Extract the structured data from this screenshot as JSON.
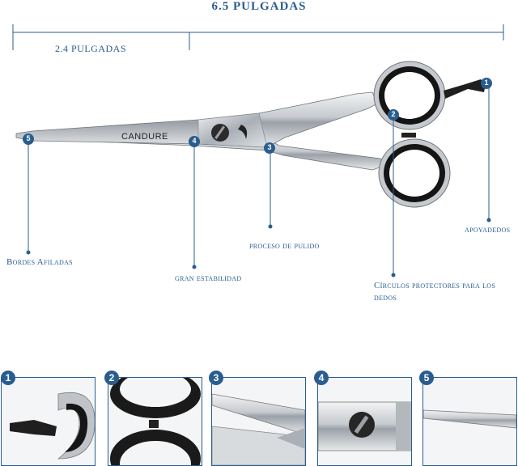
{
  "dimensions": {
    "total": "6.5 PULGADAS",
    "partial": "2.4 PULGADAS"
  },
  "brand": "CANDURE",
  "callouts": [
    {
      "number": "1",
      "label": "apoyadedos"
    },
    {
      "number": "2",
      "label": "Círculos protectores para los dedos"
    },
    {
      "number": "3",
      "label": "proceso de pulido"
    },
    {
      "number": "4",
      "label": "gran estabilidad"
    },
    {
      "number": "5",
      "label": "Bordes Afiladas"
    }
  ],
  "thumbnails": [
    {
      "number": "1",
      "subject": "finger-rest"
    },
    {
      "number": "2",
      "subject": "finger-rings"
    },
    {
      "number": "3",
      "subject": "polished-blade"
    },
    {
      "number": "4",
      "subject": "pivot-screw"
    },
    {
      "number": "5",
      "subject": "sharp-edge"
    }
  ],
  "colors": {
    "accent": "#2a5d8f",
    "steel": "#c9cdd2",
    "ring": "#1a1a1a"
  }
}
